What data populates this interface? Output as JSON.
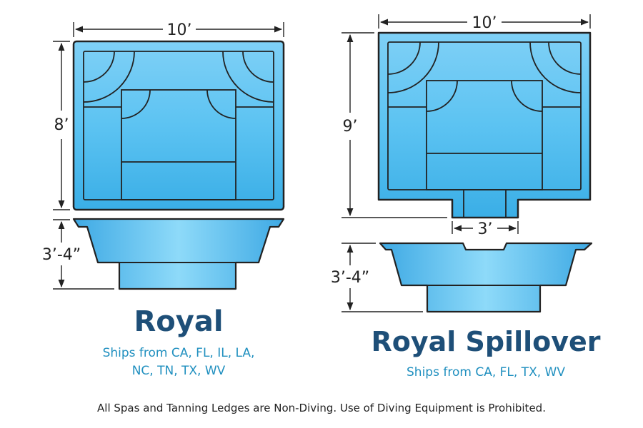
{
  "colors": {
    "water_light": "#8fd8f8",
    "water_mid": "#55bdf0",
    "water_dark": "#2a9fe0",
    "outline": "#222222",
    "title": "#1e4f78",
    "ships": "#1f8fbf"
  },
  "pools": [
    {
      "name": "Royal",
      "width_label": "10’",
      "length_label": "8’",
      "depth_label": "3’-4”",
      "ships_line1": "Ships from CA, FL, IL, LA,",
      "ships_line2": "NC, TN, TX, WV"
    },
    {
      "name": "Royal Spillover",
      "width_label": "10’",
      "length_label": "9’",
      "spillover_label": "3’",
      "depth_label": "3’-4”",
      "ships_line1": "Ships from CA, FL, TX, WV"
    }
  ],
  "footer": "All Spas and Tanning Ledges are Non-Diving. Use of Diving Equipment is Prohibited."
}
